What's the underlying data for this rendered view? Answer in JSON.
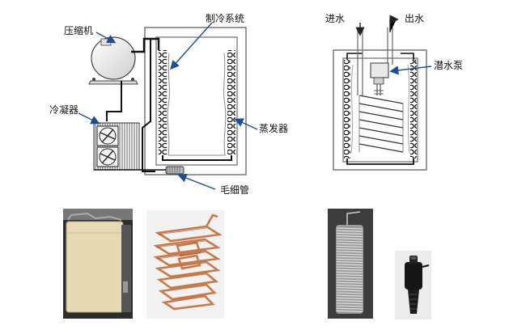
{
  "labels": {
    "compressor": "压缩机",
    "refrigeration_system": "制冷系统",
    "condenser": "冷凝器",
    "evaporator": "蒸发器",
    "capillary": "毛细管",
    "water_in": "进水",
    "water_out": "出水",
    "submersible_pump": "潜水泵"
  },
  "colors": {
    "outline": "#555555",
    "pipe": "#111111",
    "arrow": "#1f4e8c",
    "copper": "#c8794a",
    "box_fill": "#e9ddb8"
  },
  "photos": {
    "insulated_box": "insulated-box-photo",
    "copper_coil": "copper-coil-photo",
    "steel_coil": "steel-coil-photo",
    "pump": "submersible-pump-photo"
  }
}
